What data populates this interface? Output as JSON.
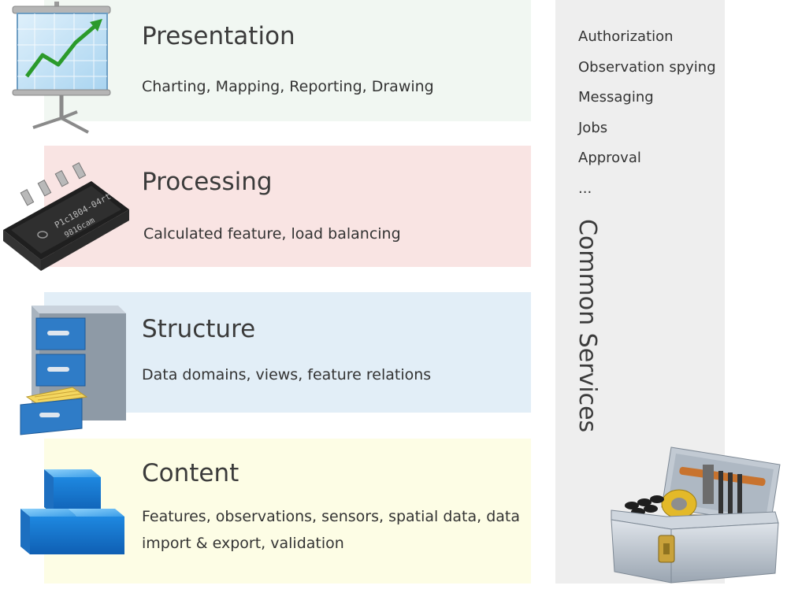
{
  "layers": {
    "presentation": {
      "title": "Presentation",
      "desc": "Charting, Mapping, Reporting, Drawing",
      "icon": "presentation-board-icon",
      "bg": "#f1f7f2"
    },
    "processing": {
      "title": "Processing",
      "desc": "Calculated feature, load balancing",
      "icon": "microchip-icon",
      "chip_text": "P1c1804-04rt",
      "chip_sub": "9816cam",
      "bg": "#f9e4e3"
    },
    "structure": {
      "title": "Structure",
      "desc": "Data domains, views, feature relations",
      "icon": "filing-cabinet-icon",
      "bg": "#e2eef7"
    },
    "content": {
      "title": "Content",
      "desc_line1": "Features, observations, sensors, spatial data, data",
      "desc_line2": "import & export, validation",
      "icon": "blue-cubes-icon",
      "bg": "#fdfde5"
    }
  },
  "services": {
    "title": "Common Services",
    "items": [
      "Authorization",
      "Observation spying",
      "Messaging",
      "Jobs",
      "Approval",
      "..."
    ],
    "icon": "toolbox-icon",
    "bg": "#eeeeee"
  }
}
